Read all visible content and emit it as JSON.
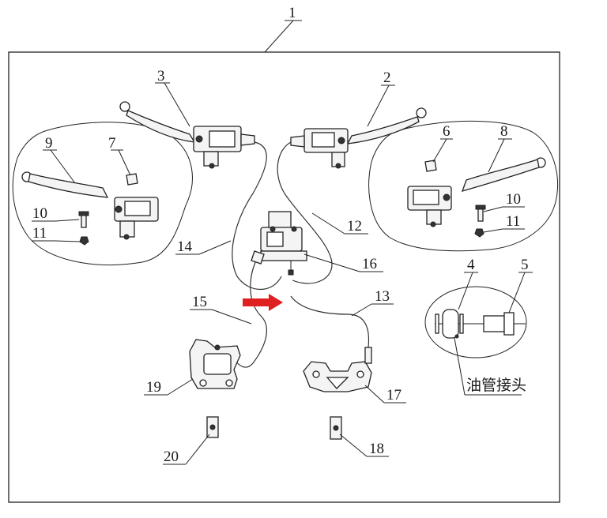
{
  "diagram": {
    "assembly_label": "1",
    "part_labels": {
      "p2": "2",
      "p3": "3",
      "p4": "4",
      "p5": "5",
      "p6": "6",
      "p7": "7",
      "p8": "8",
      "p9": "9",
      "p10_left": "10",
      "p10_right": "10",
      "p11_left": "11",
      "p11_right": "11",
      "p12": "12",
      "p13": "13",
      "p14": "14",
      "p15": "15",
      "p16": "16",
      "p17": "17",
      "p18": "18",
      "p19": "19",
      "p20": "20"
    },
    "callout_text": "油管接头",
    "colors": {
      "arrow": "#e02020",
      "line": "#222222"
    }
  }
}
